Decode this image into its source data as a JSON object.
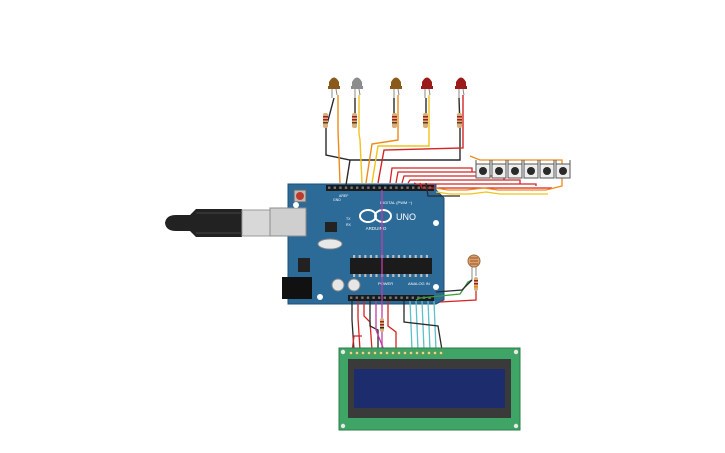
{
  "board": {
    "brand": "ARDUINO",
    "model": "UNO",
    "header_digital": "DIGITAL (PWM ~)",
    "header_power": "POWER",
    "header_analog": "ANALOG IN",
    "aref_label": "AREF",
    "gnd_label": "GND",
    "tx_label": "TX",
    "rx_label": "RX"
  },
  "components": {
    "leds": [
      {
        "color": "#8a5a1a"
      },
      {
        "color": "#8c8c8c"
      },
      {
        "color": "#8a5a1a"
      },
      {
        "color": "#9b1b1b"
      },
      {
        "color": "#9b1b1b"
      }
    ],
    "buttons_count": 6,
    "lcd": {
      "type": "16x2 LCD"
    }
  },
  "colors": {
    "board": "#2c6a98",
    "board_dark": "#235a83",
    "lcd_pcb": "#3fa566",
    "lcd_screen": "#1c2c6c",
    "wire_red": "#d42424",
    "wire_orange": "#ee8a1a",
    "wire_yellow": "#f2c21e",
    "wire_black": "#2a2a2a",
    "wire_magenta": "#c03ca8",
    "wire_teal": "#5ec0c8",
    "wire_green": "#3c9c3c"
  }
}
